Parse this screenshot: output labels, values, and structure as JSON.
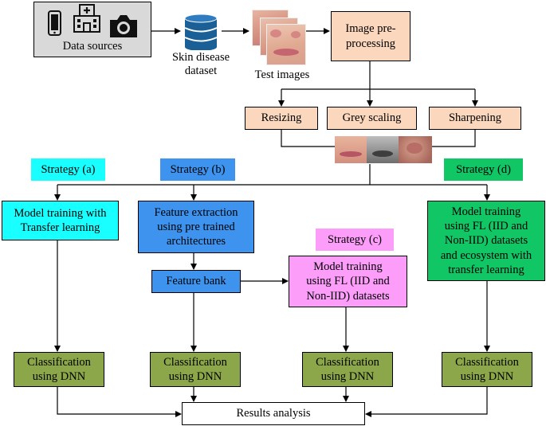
{
  "sources": {
    "label": "Data sources",
    "icons": [
      "phone-icon",
      "hospital-icon",
      "camera-icon"
    ]
  },
  "dataset": {
    "label_line1": "Skin disease",
    "label_line2": "dataset"
  },
  "test_images": {
    "label": "Test images"
  },
  "preprocessing": {
    "label_line1": "Image pre-",
    "label_line2": "processing"
  },
  "steps": {
    "resizing": "Resizing",
    "grey": "Grey scaling",
    "sharpening": "Sharpening"
  },
  "strategies": {
    "a": {
      "label": "Strategy (a)",
      "title_line1": "Model training with",
      "title_line2": "Transfer learning",
      "color": "#19ffff"
    },
    "b": {
      "label": "Strategy (b)",
      "title_line1": "Feature extraction",
      "title_line2": "using pre trained",
      "title_line3": "architectures",
      "bank": "Feature bank",
      "color": "#3d93ee"
    },
    "c": {
      "label": "Strategy (c)",
      "title_line1": "Model training",
      "title_line2": "using FL (IID and",
      "title_line3": "Non-IID) datasets",
      "color": "#fb9df9"
    },
    "d": {
      "label": "Strategy (d)",
      "title_line1": "Model training",
      "title_line2": "using FL (IID and",
      "title_line3": "Non-IID) datasets",
      "title_line4": "and ecosystem with",
      "title_line5": "transfer learning",
      "color": "#10c665"
    }
  },
  "classification": {
    "line1": "Classification",
    "line2": "using DNN"
  },
  "results": {
    "label": "Results analysis"
  },
  "colors": {
    "peach": "#fad7bd",
    "olive": "#8ca64a",
    "grey": "#d9d9d9",
    "db": "#1a5f96"
  }
}
